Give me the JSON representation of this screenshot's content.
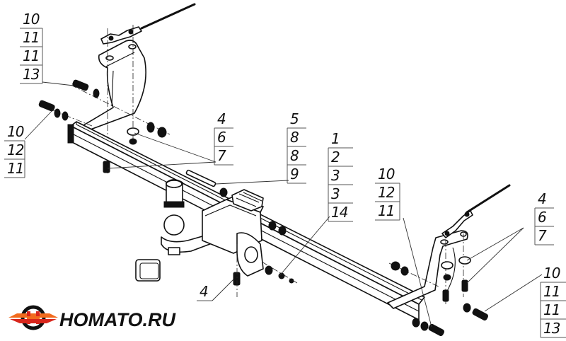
{
  "diagram": {
    "title_logo": "HOMATO.RU",
    "colors": {
      "logo_orange": "#f26b1d",
      "logo_red": "#d8261c",
      "line": "#111111"
    },
    "callouts": [
      {
        "id": "top-left",
        "labels": [
          "10",
          "11",
          "11",
          "13"
        ]
      },
      {
        "id": "mid-left",
        "labels": [
          "10",
          "12",
          "11"
        ]
      },
      {
        "id": "center-a",
        "labels": [
          "4",
          "6",
          "7"
        ]
      },
      {
        "id": "center-b",
        "labels": [
          "5",
          "8",
          "8",
          "9"
        ]
      },
      {
        "id": "center-c",
        "labels": [
          "1",
          "2",
          "3",
          "3",
          "14"
        ]
      },
      {
        "id": "center-d",
        "labels": [
          "10",
          "12",
          "11"
        ]
      },
      {
        "id": "right-a",
        "labels": [
          "4",
          "6",
          "7"
        ]
      },
      {
        "id": "right-b",
        "labels": [
          "10",
          "11",
          "11",
          "13"
        ]
      },
      {
        "id": "bottom",
        "labels": [
          "4"
        ]
      }
    ]
  }
}
